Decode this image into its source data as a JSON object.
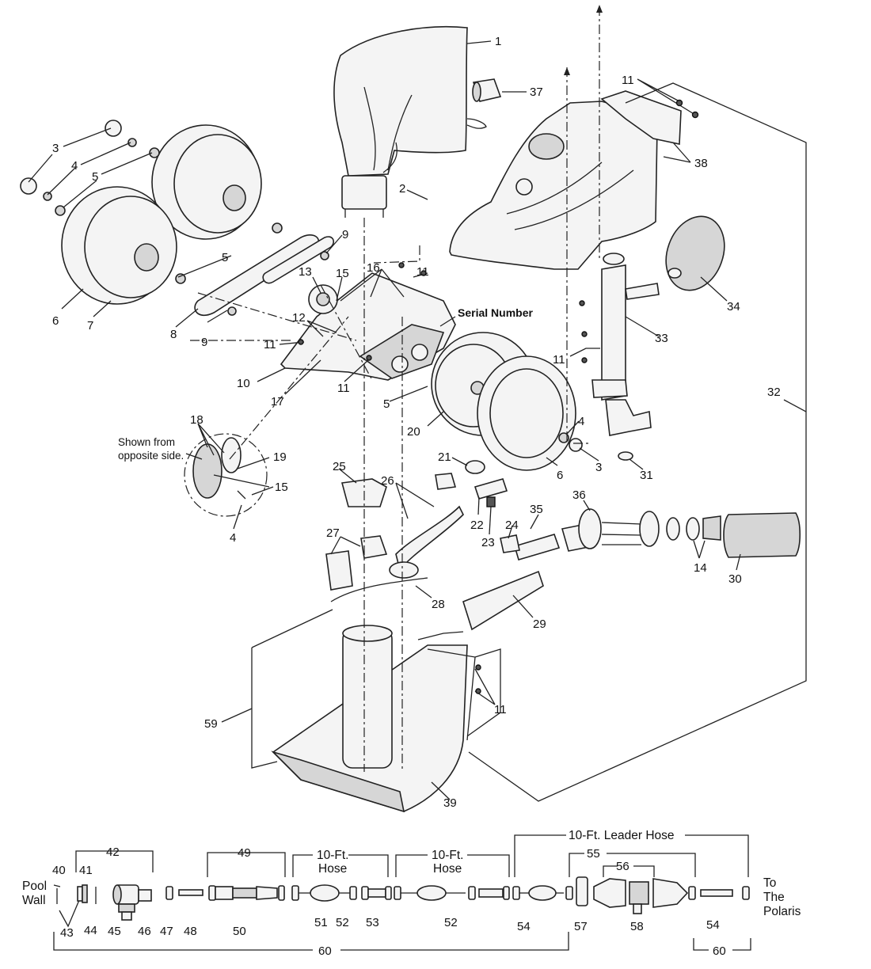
{
  "callouts": {
    "c1": "1",
    "c2": "2",
    "c3a": "3",
    "c3b": "3",
    "c4a": "4",
    "c4b": "4",
    "c4c": "4",
    "c5a": "5",
    "c5b": "5",
    "c5c": "5",
    "c6a": "6",
    "c6b": "6",
    "c7": "7",
    "c8": "8",
    "c9a": "9",
    "c9b": "9",
    "c10": "10",
    "c11a": "11",
    "c11b": "11",
    "c11c": "11",
    "c11d": "11",
    "c11e": "11",
    "c11f": "11",
    "c12": "12",
    "c13": "13",
    "c14": "14",
    "c15a": "15",
    "c15b": "15",
    "c16": "16",
    "c17": "17",
    "c18": "18",
    "c19": "19",
    "c20": "20",
    "c21": "21",
    "c22": "22",
    "c23": "23",
    "c24": "24",
    "c25": "25",
    "c26": "26",
    "c27": "27",
    "c28": "28",
    "c29": "29",
    "c30": "30",
    "c31": "31",
    "c32": "32",
    "c33": "33",
    "c34": "34",
    "c35": "35",
    "c36": "36",
    "c37": "37",
    "c38": "38",
    "c39": "39",
    "c59": "59"
  },
  "notes": {
    "serial_number": "Serial Number",
    "shown_from_line1": "Shown from",
    "shown_from_line2": "opposite side."
  },
  "hose_assembly": {
    "pool_wall_line1": "Pool",
    "pool_wall_line2": "Wall",
    "to_polaris_line1": "To",
    "to_polaris_line2": "The",
    "to_polaris_line3": "Polaris",
    "hose_a_line1": "10-Ft.",
    "hose_a_line2": "Hose",
    "hose_b_line1": "10-Ft.",
    "hose_b_line2": "Hose",
    "leader_hose": "10-Ft. Leader Hose",
    "c40": "40",
    "c41": "41",
    "c42": "42",
    "c43": "43",
    "c44": "44",
    "c45": "45",
    "c46": "46",
    "c47": "47",
    "c48": "48",
    "c49": "49",
    "c50": "50",
    "c51": "51",
    "c52a": "52",
    "c52b": "52",
    "c53": "53",
    "c54a": "54",
    "c54b": "54",
    "c55": "55",
    "c56": "56",
    "c57": "57",
    "c58": "58",
    "c60a": "60",
    "c60b": "60"
  }
}
